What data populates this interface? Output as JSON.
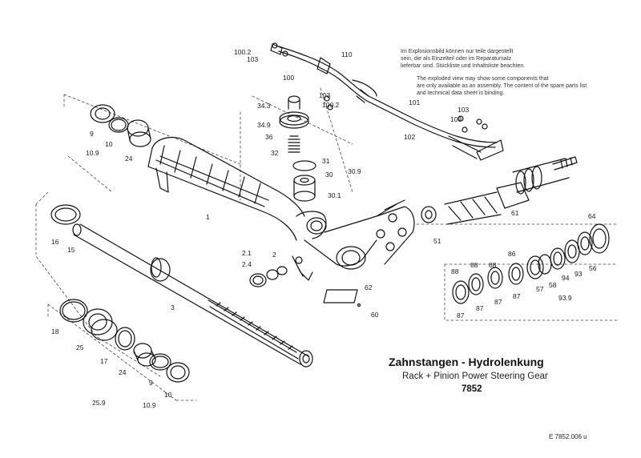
{
  "title": {
    "de": "Zahnstangen - Hydrolenkung",
    "en": "Rack + Pinion Power Steering Gear",
    "number": "7852"
  },
  "notes": {
    "de": [
      "Im Explosionsbild können nur teile dargestellt",
      "sein, die als Einzelteil oder im Reparatursatz",
      "lieferbar sind. Stückliste und Inhaltsliste beachten."
    ],
    "en": [
      "The exploded view may show some components that",
      "are only available as an assembly. The content of the spare parts list",
      "and technical data sheet is binding."
    ]
  },
  "ref_code": "E 7852.006 u",
  "part_numbers": {
    "p100_2a": "100.2",
    "p103a": "103",
    "p110": "110",
    "p100": "100",
    "p103b": "103",
    "p100_2b": "100.2",
    "p101": "101",
    "p102": "102",
    "p103c": "103",
    "p103d": "103",
    "p34_3": "34.3",
    "p34_9": "34.9",
    "p36": "36",
    "p32": "32",
    "p31": "31",
    "p30": "30",
    "p30_9": "30.9",
    "p30_1": "30.1",
    "p9a": "9",
    "p10a": "10",
    "p24a": "24",
    "p10_9a": "10.9",
    "p1": "1",
    "p61": "61",
    "p51": "51",
    "p64": "64",
    "p16": "16",
    "p15": "15",
    "p3": "3",
    "p2_1": "2.1",
    "p2_4": "2.4",
    "p2": "2",
    "p88a": "88",
    "p88b": "88",
    "p88c": "88",
    "p86": "86",
    "p87a": "87",
    "p87b": "87",
    "p87c": "87",
    "p87d": "87",
    "p57": "57",
    "p58": "58",
    "p94": "94",
    "p93": "93",
    "p56": "56",
    "p93_9": "93.9",
    "p62": "62",
    "p60": "60",
    "p18": "18",
    "p25": "25",
    "p17": "17",
    "p24b": "24",
    "p9b": "9",
    "p10b": "10",
    "p10_9b": "10.9",
    "p25_9": "25.9"
  }
}
